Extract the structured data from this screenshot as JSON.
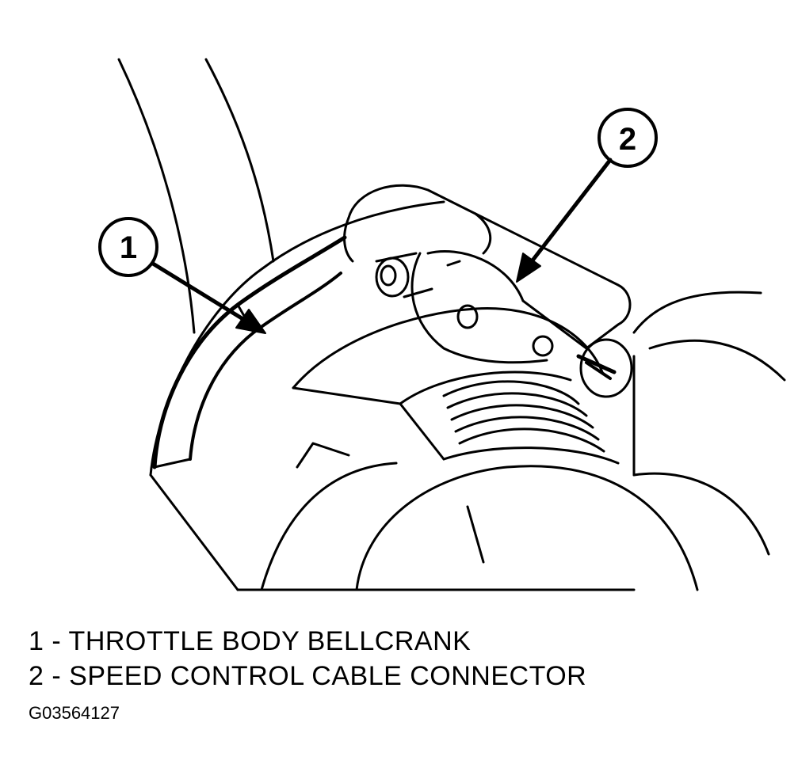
{
  "callouts": [
    {
      "number": "1"
    },
    {
      "number": "2"
    }
  ],
  "legend": [
    {
      "number": "1",
      "separator": "-",
      "label": "THROTTLE BODY BELLCRANK"
    },
    {
      "number": "2",
      "separator": "-",
      "label": "SPEED CONTROL CABLE CONNECTOR"
    }
  ],
  "figure_code": "G03564127",
  "colors": {
    "ink": "#000000",
    "paper": "#ffffff"
  }
}
